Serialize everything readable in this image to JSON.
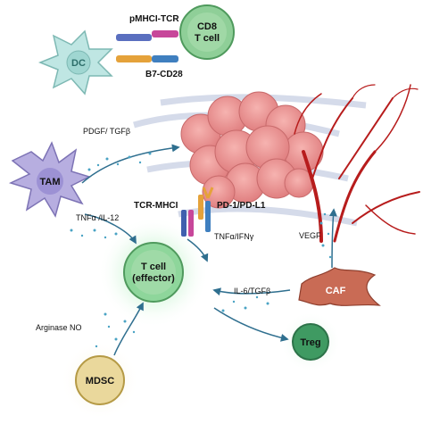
{
  "labels": {
    "pmhc_tcr": "pMHCI-TCR",
    "b7_cd28": "B7-CD28",
    "pdgf_tgfb": "PDGF/ TGFβ",
    "tnfa_il12": "TNFα /IL-12",
    "tcr_mhci": "TCR-MHCI",
    "pd1_pdl1": "PD-1/PD-L1",
    "tnfa_ifng": "TNFα/IFNγ",
    "vegf": "VEGF",
    "il6_tgfb": "IL-6/TGFβ",
    "arginase_no": "Arginase  NO"
  },
  "cells": {
    "dc": "DC",
    "cd8_line1": "CD8",
    "cd8_line2": "T cell",
    "tam": "TAM",
    "tcell_line1": "T cell",
    "tcell_line2": "(effector)",
    "caf": "CAF",
    "treg": "Treg",
    "mdsc": "MDSC"
  },
  "colors": {
    "dc": "#bfe6e3",
    "cd8": "#8fcf98",
    "tam": "#b7aee0",
    "tcell": "#8ed69b",
    "caf": "#c96b55",
    "treg": "#3f9a62",
    "mdsc": "#ead89c",
    "tumor": "#e98a8a",
    "vessel": "#b71c1c",
    "arrow": "#2f6f8f",
    "dots": "#4aa3c4"
  }
}
